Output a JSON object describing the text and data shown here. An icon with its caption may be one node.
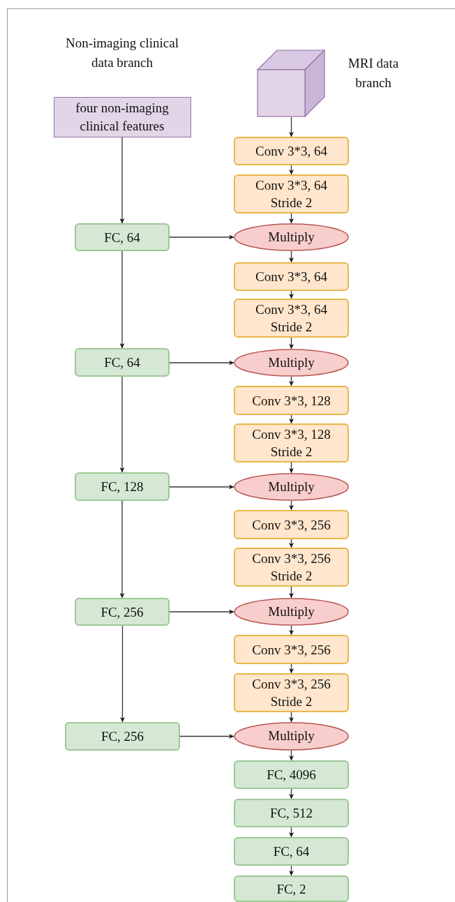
{
  "diagram": {
    "nodes": [
      {
        "text": [
          "Non-imaging clinical data branch",
          "four non-imaging clinical features"
        ]
      },
      {
        "text": [],
        "shape": "cube",
        "beside": [
          "MRI data branch"
        ]
      },
      {
        "text": [
          "Conv 3*3, 64"
        ]
      },
      {
        "text": [
          "Conv 3*3, 64 Stride 2"
        ]
      },
      {
        "text": [
          "Multiply"
        ]
      },
      {
        "text": [
          "Conv 3*3, 64"
        ]
      },
      {
        "text": [
          "Conv 3*3, 64 Stride 2"
        ]
      },
      {
        "text": [
          "Multiply"
        ]
      },
      {
        "text": [
          "Conv 3*3, 128"
        ]
      },
      {
        "text": [
          "Conv 3*3, 128 Stride 2"
        ]
      },
      {
        "text": [
          "Multiply"
        ]
      },
      {
        "text": [
          "Conv 3*3, 256"
        ]
      },
      {
        "text": [
          "Conv 3*3, 256 Stride 2"
        ]
      },
      {
        "text": [
          "Multiply"
        ]
      },
      {
        "text": [
          "Conv 3*3, 256"
        ]
      },
      {
        "text": [
          "Conv 3*3, 256 Stride 2"
        ]
      },
      {
        "text": [
          "Multiply"
        ]
      },
      {
        "text": [
          "FC, 4096"
        ]
      },
      {
        "text": [
          "FC, 512"
        ]
      },
      {
        "text": [
          "FC, 64"
        ]
      },
      {
        "text": [
          "FC, 2"
        ]
      },
      {
        "text": [
          "FC, 64"
        ]
      },
      {
        "text": [
          "FC, 64"
        ]
      },
      {
        "text": [
          "FC, 128"
        ]
      },
      {
        "text": [
          "FC, 256"
        ]
      },
      {
        "text": [
          "FC, 256"
        ]
      }
    ],
    "edges": [
      {
        "from": 1,
        "to": 2,
        "arrow": "to"
      },
      {
        "from": 2,
        "to": 3,
        "arrow": "to"
      },
      {
        "from": 3,
        "to": 4,
        "arrow": "to"
      },
      {
        "from": 4,
        "to": 5,
        "arrow": "to"
      },
      {
        "from": 5,
        "to": 6,
        "arrow": "to"
      },
      {
        "from": 6,
        "to": 7,
        "arrow": "to"
      },
      {
        "from": 7,
        "to": 8,
        "arrow": "to"
      },
      {
        "from": 8,
        "to": 9,
        "arrow": "to"
      },
      {
        "from": 9,
        "to": 10,
        "arrow": "to"
      },
      {
        "from": 10,
        "to": 11,
        "arrow": "to"
      },
      {
        "from": 11,
        "to": 12,
        "arrow": "to"
      },
      {
        "from": 12,
        "to": 13,
        "arrow": "to"
      },
      {
        "from": 13,
        "to": 14,
        "arrow": "to"
      },
      {
        "from": 14,
        "to": 15,
        "arrow": "to"
      },
      {
        "from": 15,
        "to": 16,
        "arrow": "to"
      },
      {
        "from": 16,
        "to": 17,
        "arrow": "to"
      },
      {
        "from": 17,
        "to": 18,
        "arrow": "to"
      },
      {
        "from": 18,
        "to": 19,
        "arrow": "to"
      },
      {
        "from": 19,
        "to": 20,
        "arrow": "to"
      },
      {
        "from": 0,
        "to": 21,
        "arrow": "to"
      },
      {
        "from": 21,
        "to": 22,
        "arrow": "to"
      },
      {
        "from": 22,
        "to": 23,
        "arrow": "to"
      },
      {
        "from": 23,
        "to": 24,
        "arrow": "to"
      },
      {
        "from": 24,
        "to": 25,
        "arrow": "to"
      },
      {
        "from": 21,
        "to": 4,
        "arrow": "to"
      },
      {
        "from": 22,
        "to": 7,
        "arrow": "to"
      },
      {
        "from": 23,
        "to": 10,
        "arrow": "to"
      },
      {
        "from": 24,
        "to": 13,
        "arrow": "to"
      },
      {
        "from": 25,
        "to": 16,
        "arrow": "to"
      }
    ]
  }
}
